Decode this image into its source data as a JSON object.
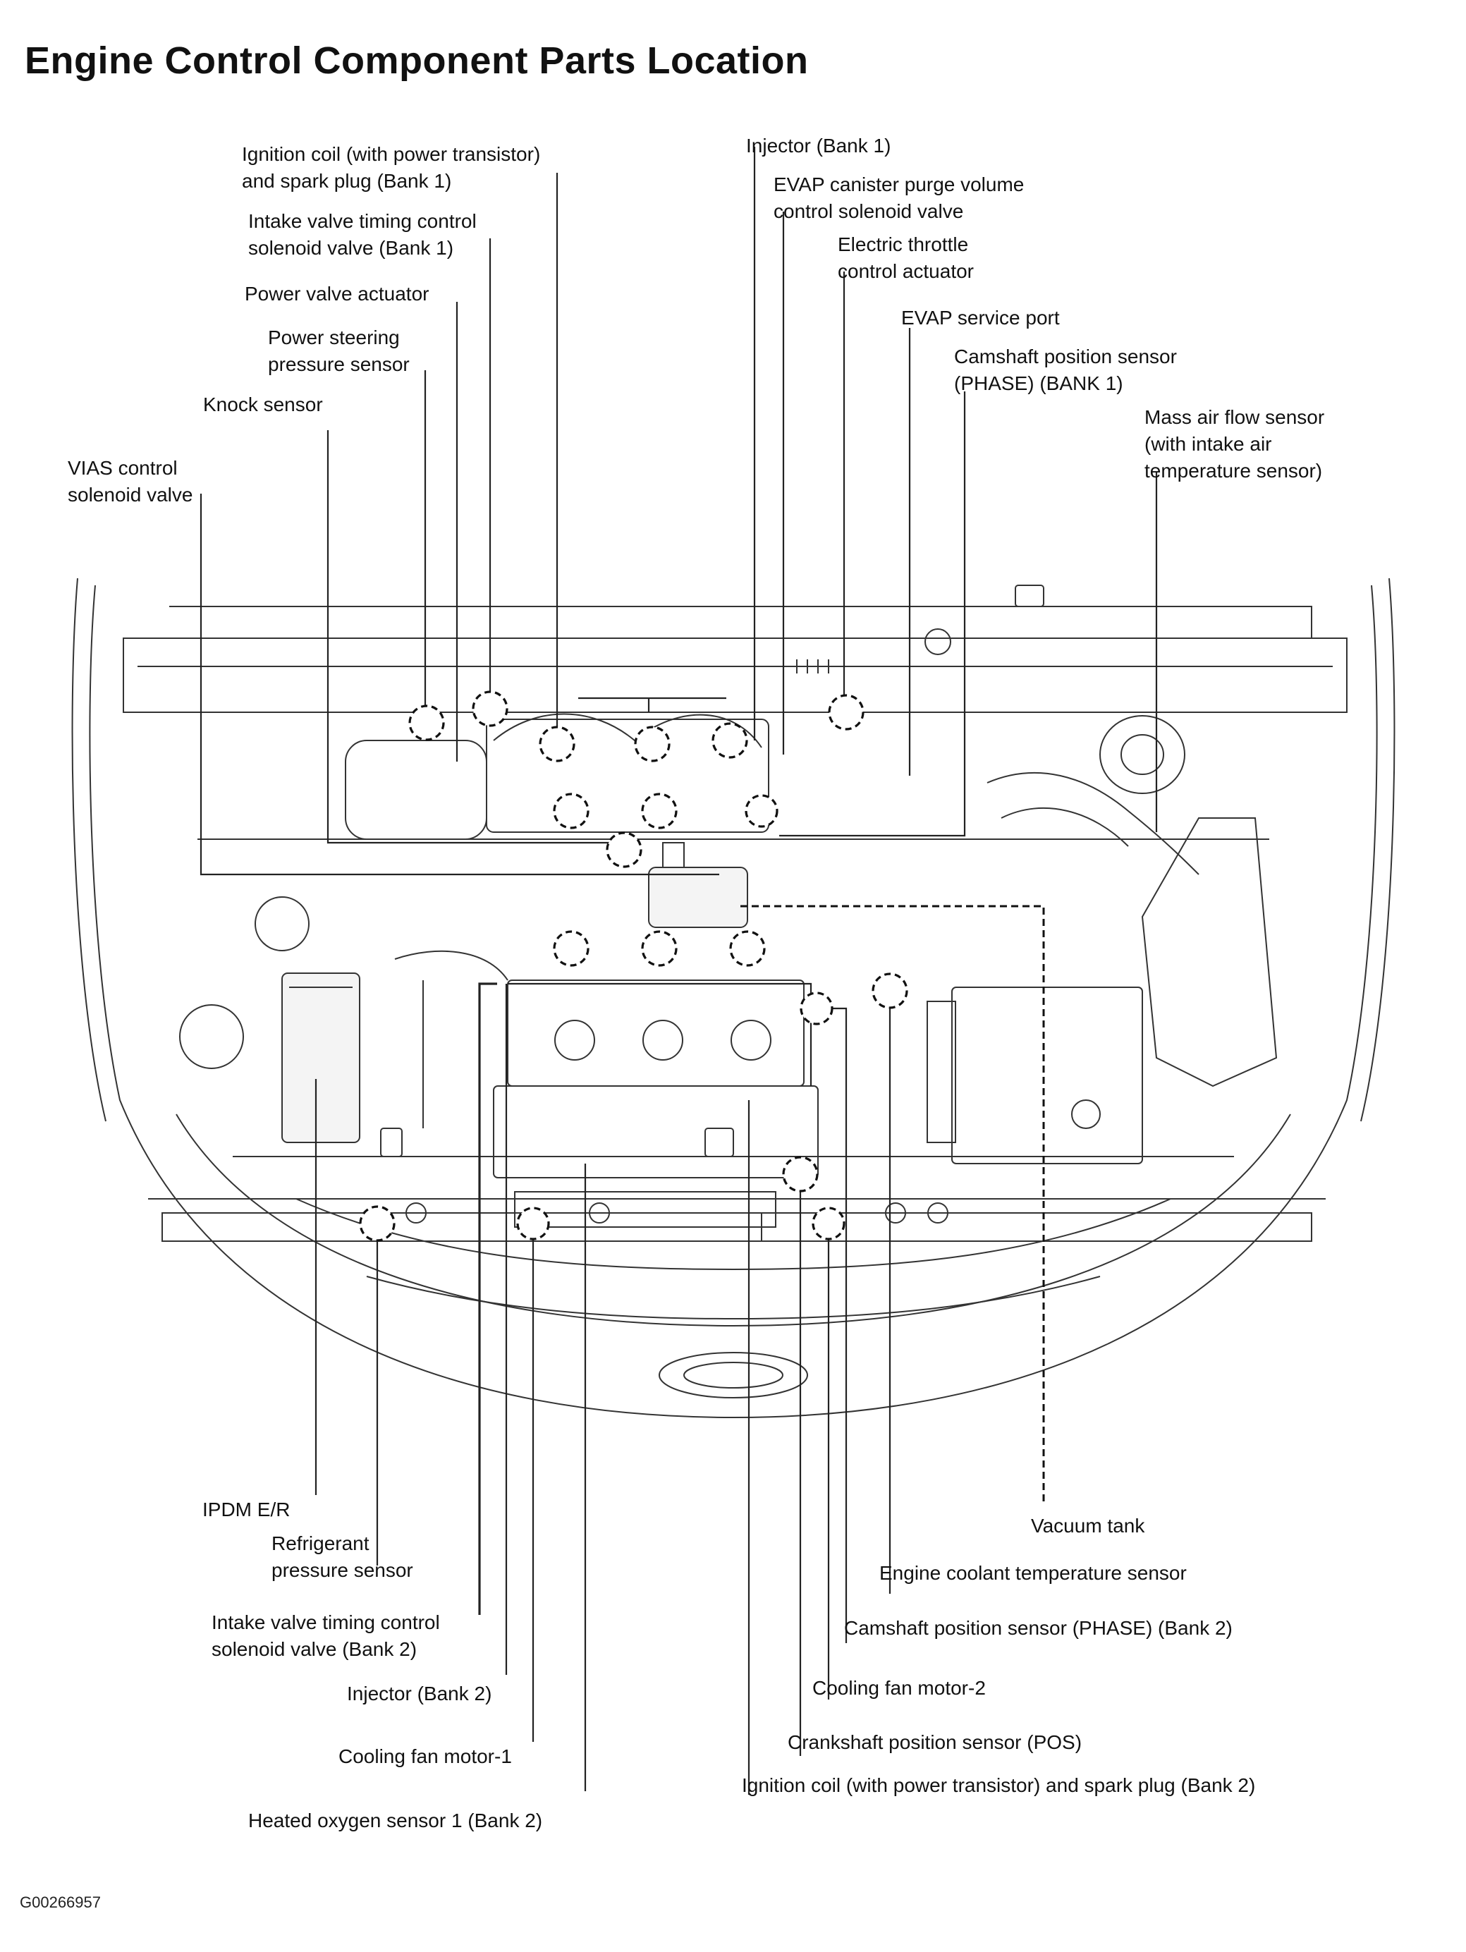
{
  "title": "Engine Control Component Parts Location",
  "figure_id": "G00266957",
  "labels_top": {
    "ignition_coil_bank1": "Ignition coil (with power transistor)\nand spark plug (Bank 1)",
    "intake_valve_timing_bank1": "Intake valve timing control\nsolenoid valve (Bank 1)",
    "power_valve_actuator": "Power valve actuator",
    "power_steering_pressure_sensor": "Power steering\npressure sensor",
    "knock_sensor": "Knock sensor",
    "vias_control_solenoid_valve": "VIAS control\nsolenoid valve",
    "injector_bank1": "Injector (Bank 1)",
    "evap_canister_purge": "EVAP canister purge volume\ncontrol solenoid valve",
    "electric_throttle_control_actuator": "Electric throttle\ncontrol actuator",
    "evap_service_port": "EVAP service port",
    "camshaft_position_sensor_bank1": "Camshaft position sensor\n(PHASE) (BANK 1)",
    "mass_air_flow_sensor": "Mass air flow sensor\n(with intake air\ntemperature sensor)"
  },
  "labels_bottom": {
    "ipdm_er": "IPDM E/R",
    "refrigerant_pressure_sensor": "Refrigerant\npressure sensor",
    "intake_valve_timing_bank2": "Intake valve timing control\nsolenoid valve (Bank 2)",
    "injector_bank2": "Injector (Bank 2)",
    "cooling_fan_motor_1": "Cooling fan motor-1",
    "heated_oxygen_sensor_bank2": "Heated oxygen sensor 1 (Bank 2)",
    "vacuum_tank": "Vacuum tank",
    "engine_coolant_temperature_sensor": "Engine coolant temperature sensor",
    "camshaft_position_sensor_bank2": "Camshaft position sensor (PHASE) (Bank 2)",
    "cooling_fan_motor_2": "Cooling fan motor-2",
    "crankshaft_position_sensor": "Crankshaft position sensor (POS)",
    "ignition_coil_bank2": "Ignition coil (with power transistor) and spark plug (Bank 2)"
  }
}
